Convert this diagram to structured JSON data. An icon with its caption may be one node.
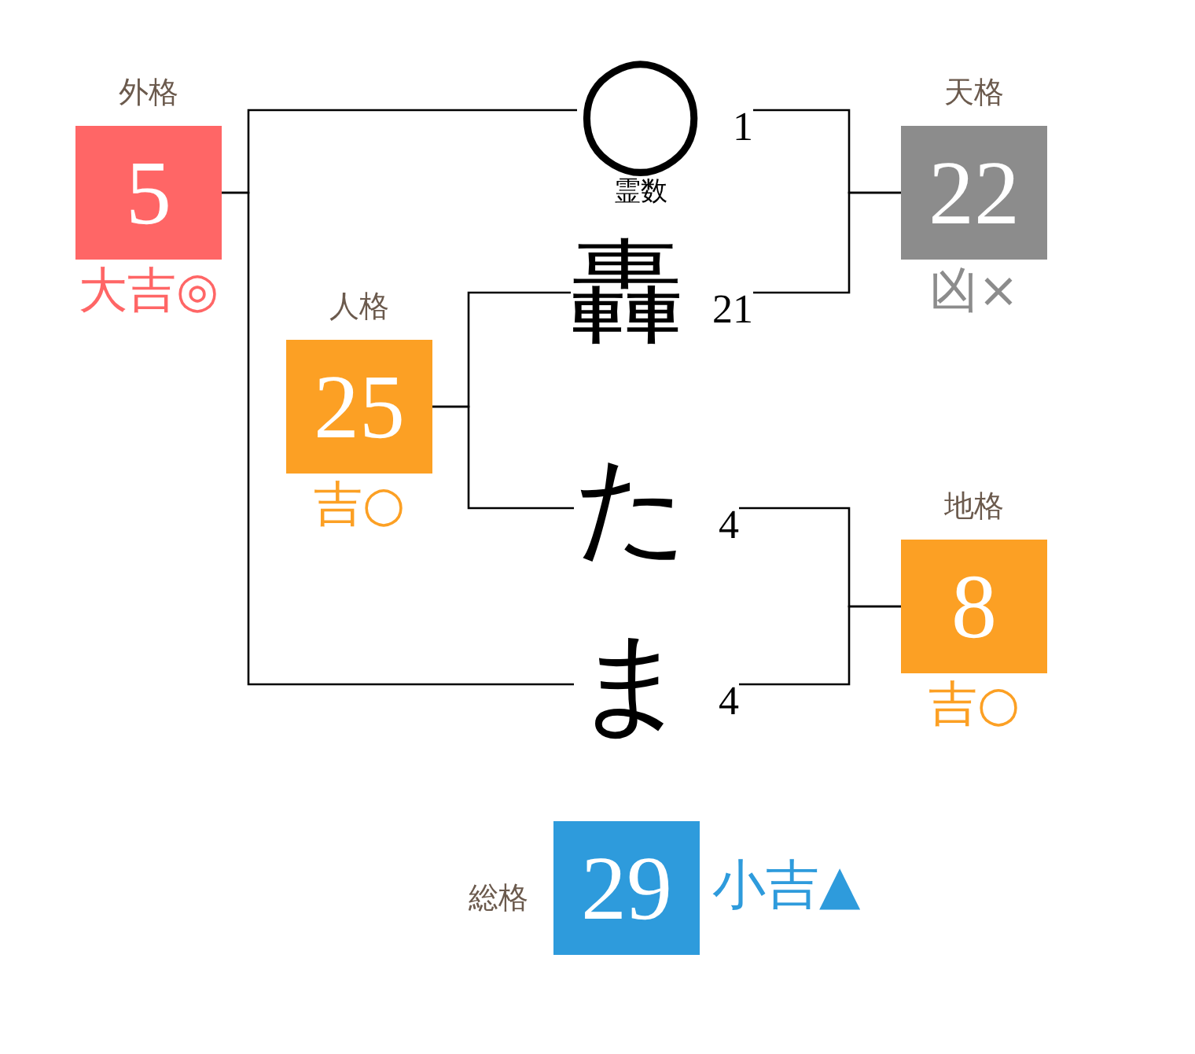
{
  "diagram": {
    "nodes": [
      {
        "text": [
          "外格",
          "5"
        ],
        "beside": [
          "大吉◎"
        ]
      },
      {
        "text": [
          "◯"
        ],
        "beside": [
          "霊数",
          "1"
        ]
      },
      {
        "text": [
          "天格",
          "22"
        ],
        "beside": [
          "凶×"
        ]
      },
      {
        "text": [
          "人格",
          "25"
        ],
        "beside": [
          "吉○"
        ]
      },
      {
        "text": [
          "轟"
        ],
        "beside": [
          "21"
        ]
      },
      {
        "text": [
          "た"
        ],
        "beside": [
          "4"
        ]
      },
      {
        "text": [
          "地格",
          "8"
        ],
        "beside": [
          "吉○"
        ]
      },
      {
        "text": [
          "ま"
        ],
        "beside": [
          "4"
        ]
      },
      {
        "text": [
          "総格",
          "29"
        ],
        "beside": [
          "小吉▲"
        ]
      }
    ],
    "edges": [
      {
        "from": 1,
        "to": 0,
        "arrow": "none"
      },
      {
        "from": 7,
        "to": 0,
        "arrow": "none"
      },
      {
        "from": 1,
        "to": 2,
        "arrow": "none"
      },
      {
        "from": 4,
        "to": 2,
        "arrow": "none"
      },
      {
        "from": 4,
        "to": 3,
        "arrow": "none"
      },
      {
        "from": 5,
        "to": 3,
        "arrow": "none"
      },
      {
        "from": 5,
        "to": 6,
        "arrow": "none"
      },
      {
        "from": 7,
        "to": 6,
        "arrow": "none"
      }
    ]
  }
}
